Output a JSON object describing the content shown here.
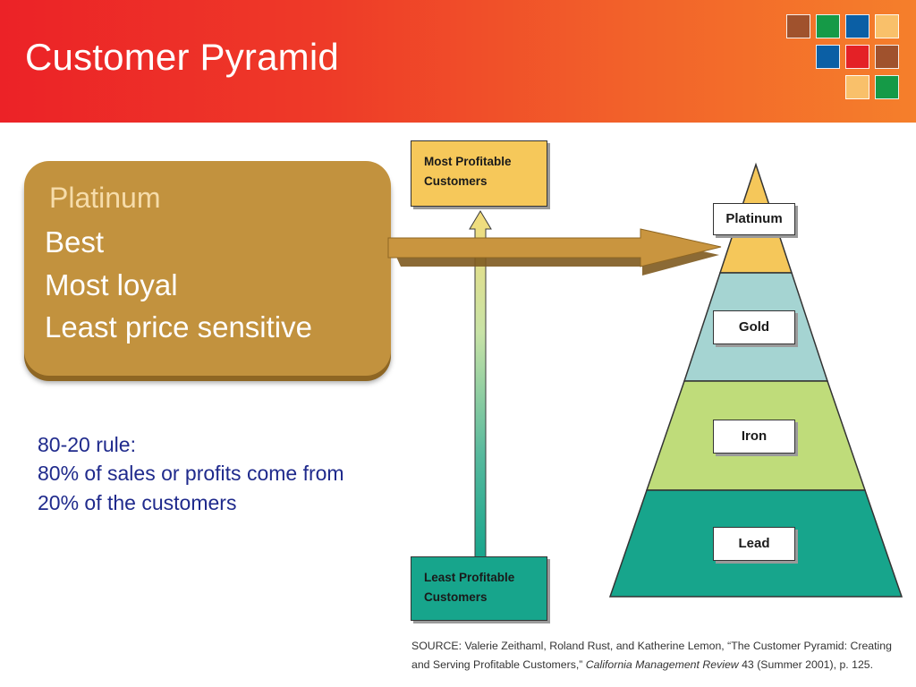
{
  "slide": {
    "title": "Customer Pyramid"
  },
  "platinum_card": {
    "heading": "Platinum",
    "lines": [
      "Best",
      "Most loyal",
      "Least price sensitive"
    ]
  },
  "rule": {
    "lines": [
      "80-20 rule:",
      "80% of sales or profits come from",
      "20% of the customers"
    ]
  },
  "diagram": {
    "top_label": [
      "Most Profitable",
      "Customers"
    ],
    "bottom_label": [
      "Least Profitable",
      "Customers"
    ],
    "tiers": [
      {
        "name": "Platinum",
        "color": "#f5c75a"
      },
      {
        "name": "Gold",
        "color": "#a5d4d2"
      },
      {
        "name": "Iron",
        "color": "#bfdc7a"
      },
      {
        "name": "Lead",
        "color": "#17a58c"
      }
    ]
  },
  "source": {
    "line1": "SOURCE: Valerie Zeithaml, Roland Rust, and Katherine Lemon, “The Customer Pyramid: Creating",
    "line2_plain": "and Serving Profitable Customers,”",
    "line2_italic": "California Management Review",
    "line2_tail": "43 (Summer 2001), p. 125."
  },
  "colors": {
    "header_start": "#ec2227",
    "header_end": "#f57f2b",
    "card": "#c2923e",
    "text_blue": "#1f2a8c"
  },
  "decor_squares": [
    "#a0522d",
    "#159a47",
    "#0b5fa5",
    "#f9c06a",
    "#0b5fa5",
    "#e42126",
    "#a0522d",
    "#f9c06a",
    "#159a47"
  ]
}
